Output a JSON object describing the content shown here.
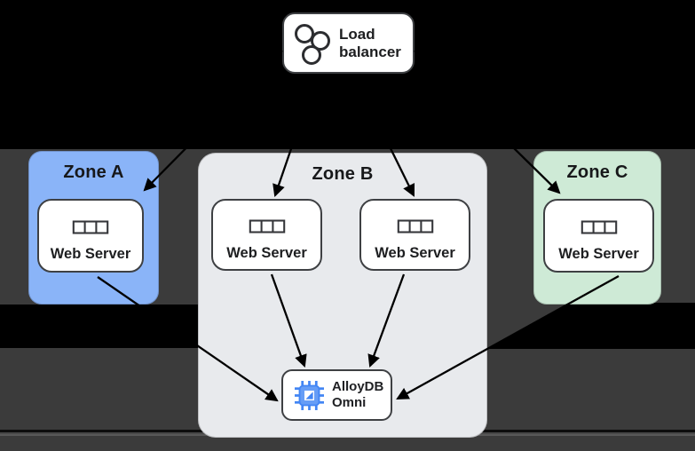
{
  "load_balancer": {
    "label": "Load balancer",
    "label_lines": [
      "Load",
      "balancer"
    ],
    "icon": "load-balancer-icon"
  },
  "zones": [
    {
      "label": "Zone A",
      "color": "#8ab4f8",
      "web_servers": [
        {
          "label": "Web Server",
          "icon": "server-rack-icon"
        }
      ]
    },
    {
      "label": "Zone B",
      "color": "#e8eaed",
      "web_servers": [
        {
          "label": "Web Server",
          "icon": "server-rack-icon"
        },
        {
          "label": "Web Server",
          "icon": "server-rack-icon"
        }
      ],
      "database": {
        "label": "AlloyDB Omni",
        "label_lines": [
          "AlloyDB",
          "Omni"
        ],
        "icon": "alloydb-chip-icon",
        "icon_color": "#4285f4"
      }
    },
    {
      "label": "Zone C",
      "color": "#ceead6",
      "web_servers": [
        {
          "label": "Web Server",
          "icon": "server-rack-icon"
        }
      ]
    }
  ],
  "edges": [
    {
      "from": "load-balancer",
      "to": "zone-a-web-server"
    },
    {
      "from": "load-balancer",
      "to": "zone-b-web-server-1"
    },
    {
      "from": "load-balancer",
      "to": "zone-b-web-server-2"
    },
    {
      "from": "load-balancer",
      "to": "zone-c-web-server"
    },
    {
      "from": "zone-a-web-server",
      "to": "alloydb-omni"
    },
    {
      "from": "zone-b-web-server-1",
      "to": "alloydb-omni"
    },
    {
      "from": "zone-b-web-server-2",
      "to": "alloydb-omni"
    },
    {
      "from": "zone-c-web-server",
      "to": "alloydb-omni"
    }
  ],
  "colors": {
    "zone_a": "#8ab4f8",
    "zone_b": "#e8eaed",
    "zone_c": "#ceead6",
    "arrow": "#000000",
    "box_border": "#3e4043",
    "background_dark": "#000000",
    "background_gray": "#3b3b3b"
  }
}
